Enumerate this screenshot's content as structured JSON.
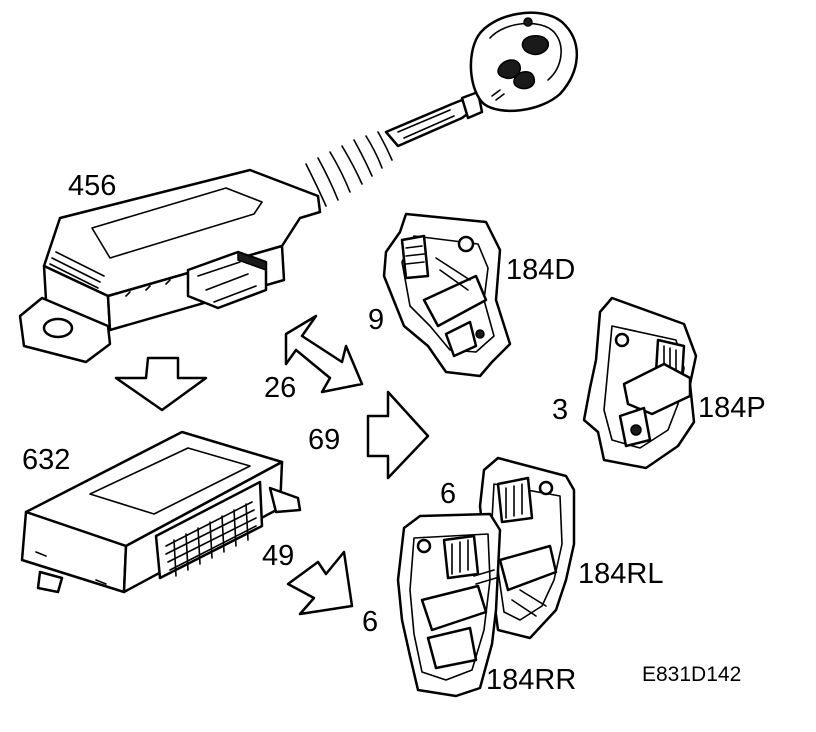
{
  "labels": {
    "key_module": "456",
    "control_module": "632",
    "lock_front_left": "184D",
    "lock_front_right": "184P",
    "lock_rear_left": "184RL",
    "lock_rear_right": "184RR",
    "wire_to_front_left": "26",
    "pin_front_left": "9",
    "wire_to_front_right": "69",
    "pin_front_right": "3",
    "wire_to_rear": "49",
    "pin_rear_left": "6",
    "pin_rear_right": "6"
  },
  "reference_code": "E831D142"
}
